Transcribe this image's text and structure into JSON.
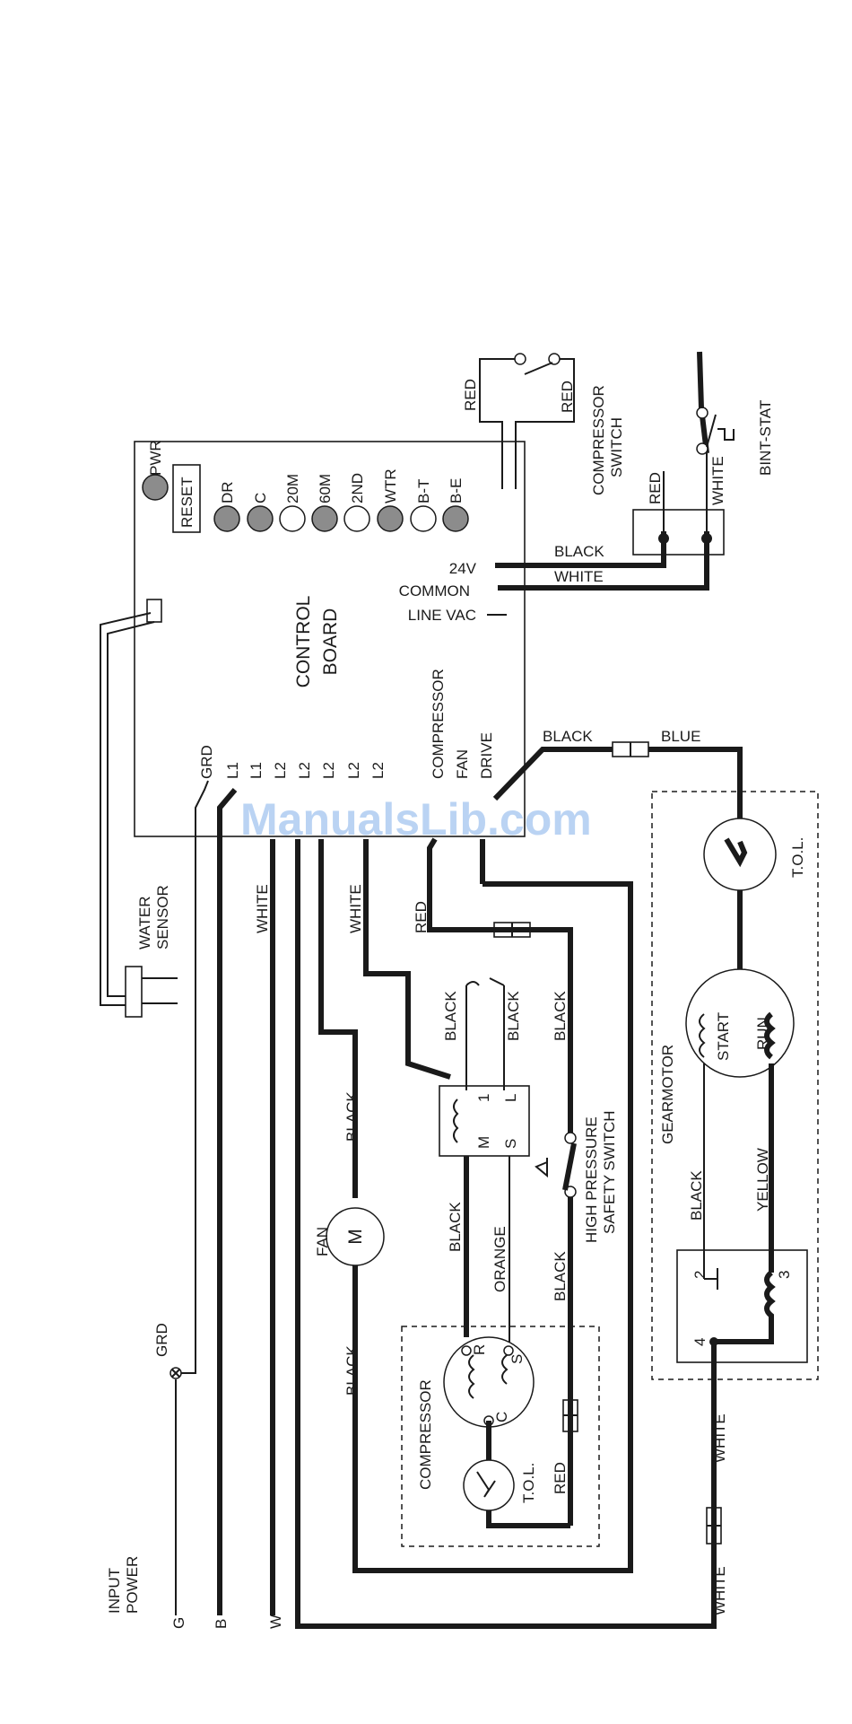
{
  "control_board": {
    "title_line1": "CONTROL",
    "title_line2": "BOARD",
    "reset_label": "RESET",
    "leds": [
      {
        "label": "PWR",
        "lit": true
      },
      {
        "label": "DR",
        "lit": true
      },
      {
        "label": "C",
        "lit": true
      },
      {
        "label": "20M",
        "lit": false
      },
      {
        "label": "60M",
        "lit": true
      },
      {
        "label": "2ND",
        "lit": false
      },
      {
        "label": "WTR",
        "lit": true
      },
      {
        "label": "B-T",
        "lit": false
      },
      {
        "label": "B-E",
        "lit": true
      }
    ],
    "right_terminals": [
      "24V",
      "COMMON",
      "LINE VAC"
    ],
    "bottom_terminals": [
      "GRD",
      "L1",
      "L1",
      "L2",
      "L2",
      "L2",
      "L2",
      "L2",
      "COMPRESSOR",
      "FAN",
      "DRIVE"
    ]
  },
  "input_power": {
    "title_line1": "INPUT",
    "title_line2": "POWER",
    "lines": [
      "G",
      "B",
      "W"
    ],
    "grd_label": "GRD"
  },
  "components": {
    "water_sensor_line1": "WATER",
    "water_sensor_line2": "SENSOR",
    "compressor_switch_line1": "COMPRESSOR",
    "compressor_switch_line2": "SWITCH",
    "bin_stat": "BINT-STAT",
    "fan": "FAN",
    "fan_motor_symbol": "M",
    "compressor": "COMPRESSOR",
    "tol": "T.O.L.",
    "tol_gear": "T.O.L.",
    "gearmotor": "GEARMOTOR",
    "start": "START",
    "run": "RUN",
    "high_pressure_line1": "HIGH PRESSURE",
    "high_pressure_line2": "SAFETY SWITCH",
    "relay_pins": [
      "1",
      "L",
      "M",
      "S"
    ],
    "comp_pins": [
      "R",
      "S",
      "C"
    ],
    "gear_pins": [
      "2",
      "3",
      "4"
    ]
  },
  "wire_labels": {
    "red_1": "RED",
    "red_2": "RED",
    "red_sw1": "RED",
    "white_sw1": "WHITE",
    "black_24v": "BLACK",
    "white_common": "WHITE",
    "black_drive": "BLACK",
    "blue_drive": "BLUE",
    "white_l2a": "WHITE",
    "white_l2b": "WHITE",
    "red_comp": "RED",
    "black_r1": "BLACK",
    "black_r2": "BLACK",
    "black_r3": "BLACK",
    "black_fan_top": "BLACK",
    "black_fan_bot": "BLACK",
    "black_relay_m": "BLACK",
    "orange": "ORANGE",
    "black_hp": "BLACK",
    "red_tol": "RED",
    "black_gear": "BLACK",
    "yellow_gear": "YELLOW",
    "white_gear_1": "WHITE",
    "white_gear_2": "WHITE"
  },
  "watermark": "ManualsLib.com"
}
